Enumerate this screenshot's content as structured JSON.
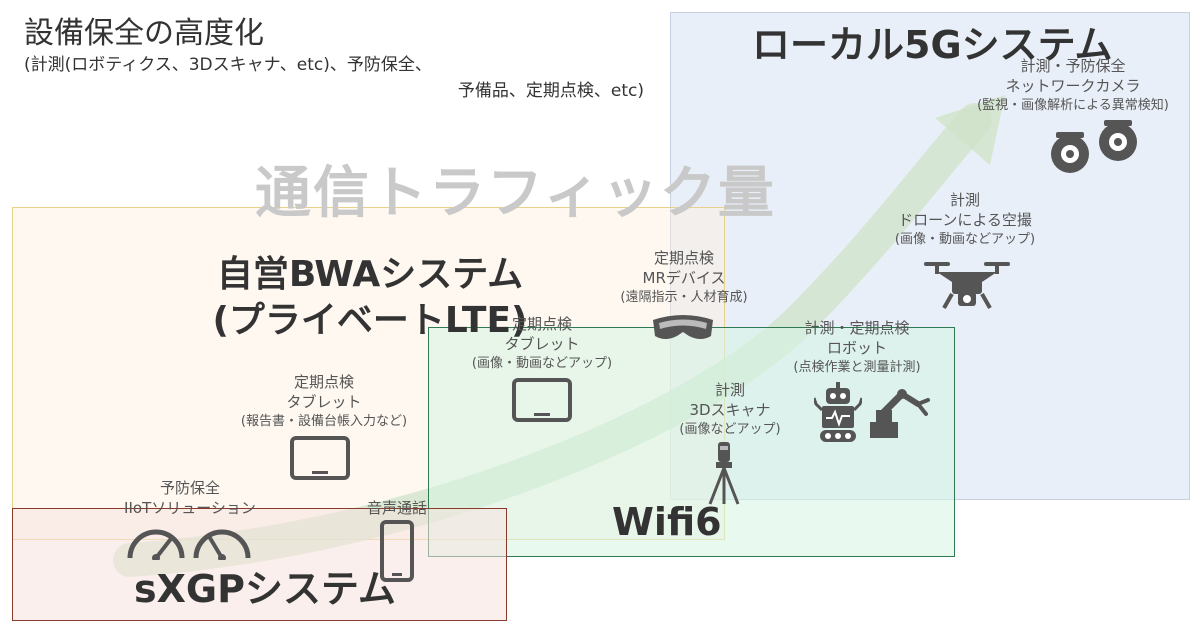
{
  "header": {
    "title": "設備保全の高度化",
    "subtitle_line1": "(計測(ロボティクス、3Dスキャナ、etc)、予防保全、",
    "subtitle_line2": "予備品、定期点検、etc)"
  },
  "traffic_label": "通信トラフィック量",
  "systems": {
    "local5g": "ローカル5Gシステム",
    "bwa_line1": "自営BWAシステム",
    "bwa_line2": "(プライベートLTE)",
    "wifi6": "Wifi6",
    "sxgp": "sXGPシステム"
  },
  "items": {
    "camera": {
      "l1": "計測・予防保全",
      "l2": "ネットワークカメラ",
      "l3": "(監視・画像解析による異常検知)"
    },
    "drone": {
      "l1": "計測",
      "l2": "ドローンによる空撮",
      "l3": "(画像・動画などアップ)"
    },
    "mr": {
      "l1": "定期点検",
      "l2": "MRデバイス",
      "l3": "(遠隔指示・人材育成)"
    },
    "robot": {
      "l1": "計測・定期点検",
      "l2": "ロボット",
      "l3": "(点検作業と測量計測)"
    },
    "scanner": {
      "l1": "計測",
      "l2": "3Dスキャナ",
      "l3": "(画像などアップ)"
    },
    "tablet_wifi": {
      "l1": "定期点検",
      "l2": "タブレット",
      "l3": "(画像・動画などアップ)"
    },
    "tablet_bwa": {
      "l1": "定期点検",
      "l2": "タブレット",
      "l3": "(報告書・設備台帳入力など)"
    },
    "iiot": {
      "l1": "予防保全",
      "l2": "IIoTソリューション"
    },
    "voice": {
      "l1": "音声通話"
    }
  },
  "colors": {
    "box_5g": "#e1eaf6",
    "box_bwa": "#fcf0e0",
    "box_wifi": "#d6f4e4",
    "box_sxgp": "#f6e2de",
    "arrow": "#cfe3c8",
    "icon": "#555555"
  }
}
